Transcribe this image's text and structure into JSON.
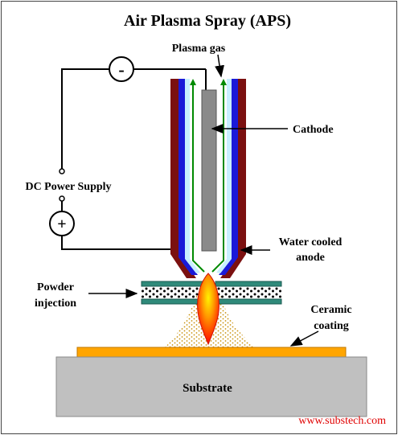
{
  "title": "Air Plasma Spray (APS)",
  "labels": {
    "plasma_gas": "Plasma gas",
    "cathode": "Cathode",
    "dc_power_supply": "DC Power Supply",
    "water_cooled_line1": "Water cooled",
    "water_cooled_line2": "anode",
    "powder_line1": "Powder",
    "powder_line2": "injection",
    "ceramic_line1": "Ceramic",
    "ceramic_line2": "coating",
    "substrate": "Substrate",
    "minus_symbol": "-",
    "plus_symbol": "+"
  },
  "credit": "www.substech.com",
  "colors": {
    "anode_outer": "#7b1010",
    "anode_blue": "#1a1ad8",
    "water_channel": "#c8f0ff",
    "gas_channel": "#008a00",
    "cathode": "#8a8a8a",
    "injector": "#2f8a7a",
    "coating": "#ffa500",
    "substrate": "#c0c0c0",
    "credit_text": "#e00000"
  }
}
